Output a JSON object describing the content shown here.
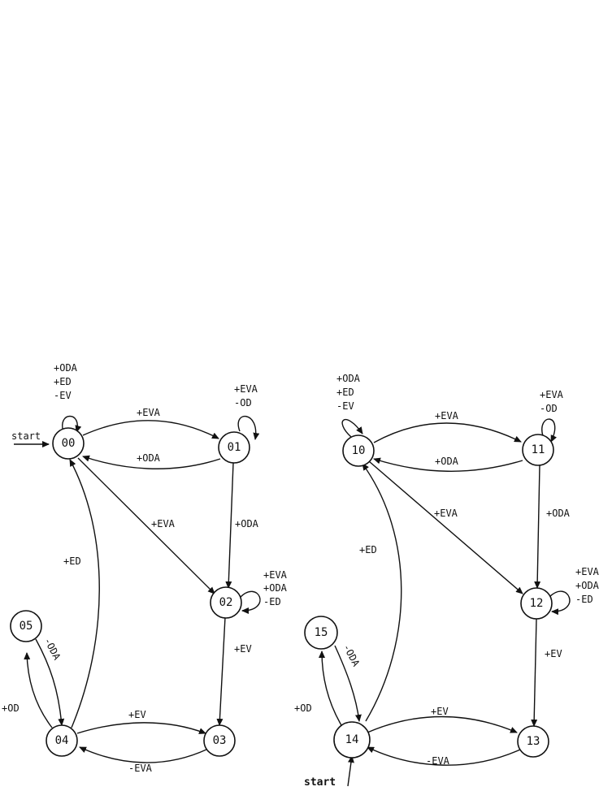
{
  "diagrams": [
    {
      "states": [
        "00",
        "01",
        "02",
        "03",
        "04",
        "05"
      ],
      "start_label": "start",
      "labels": {
        "self00": [
          "+ODA",
          "+ED",
          "-EV"
        ],
        "e00_01": "+EVA",
        "e01_00": "+ODA",
        "self01": [
          "+EVA",
          "-OD"
        ],
        "e00_02": "+EVA",
        "e01_02": "+ODA",
        "self02": [
          "+EVA",
          "+ODA",
          "-ED"
        ],
        "e04_00": "+ED",
        "e02_03": "+EV",
        "e04_03": "+EV",
        "e03_04": "-EVA",
        "e05_04": "-ODA",
        "e04_05": "+OD"
      }
    },
    {
      "states": [
        "10",
        "11",
        "12",
        "13",
        "14",
        "15"
      ],
      "start_label": "start",
      "labels": {
        "self10": [
          "+ODA",
          "+ED",
          "-EV"
        ],
        "e10_11": "+EVA",
        "e11_10": "+ODA",
        "self11": [
          "+EVA",
          "-OD"
        ],
        "e10_12": "+EVA",
        "e11_12": "+ODA",
        "self12": [
          "+EVA",
          "+ODA",
          "-ED"
        ],
        "e14_10": "+ED",
        "e12_13": "+EV",
        "e14_13": "+EV",
        "e13_14": "-EVA",
        "e15_14": "-ODA",
        "e14_15": "+OD"
      }
    }
  ]
}
